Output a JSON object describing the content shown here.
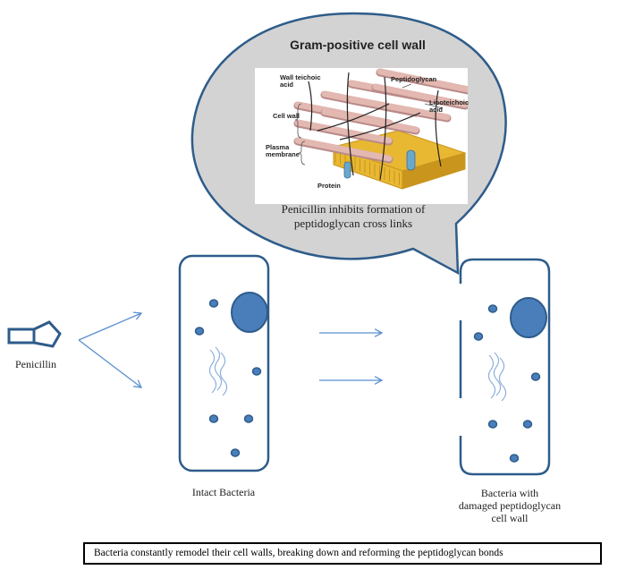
{
  "bubble": {
    "title": "Gram-positive cell wall",
    "caption_line1": "Penicillin inhibits formation of",
    "caption_line2": "peptidoglycan cross links",
    "fill_color": "#d3d3d3",
    "stroke_color": "#2e5c8a"
  },
  "inset": {
    "labels": {
      "wall_teichoic_1": "Wall teichoic",
      "wall_teichoic_2": "acid",
      "peptidoglycan": "Peptidoglycan",
      "lipoteichoic_1": "Lipoteichoic",
      "lipoteichoic_2": "acid",
      "cell_wall": "Cell wall",
      "plasma_1": "Plasma",
      "plasma_2": "membrane",
      "protein": "Protein"
    },
    "colors": {
      "rod": "#e3b8b0",
      "rod_dark": "#b98a88",
      "membrane": "#e8b832",
      "membrane_dark": "#c9951c",
      "protein": "#6aa7cf"
    }
  },
  "penicillin": {
    "label": "Penicillin",
    "icon": "penicillin-beta-lactam-icon",
    "color": "#2e5c8a"
  },
  "cells": {
    "intact": {
      "label": "Intact Bacteria"
    },
    "damaged": {
      "label_line1": "Bacteria with",
      "label_line2": "damaged peptidoglycan",
      "label_line3": "cell wall"
    },
    "outline_color": "#2e5c8a",
    "nucleoid_color": "#4a7ebb",
    "dna_color": "#8fb0dc"
  },
  "arrows": {
    "color": "#5b8fd0"
  },
  "note": {
    "text": "Bacteria constantly remodel their cell walls, breaking down and reforming the peptidoglycan bonds"
  }
}
